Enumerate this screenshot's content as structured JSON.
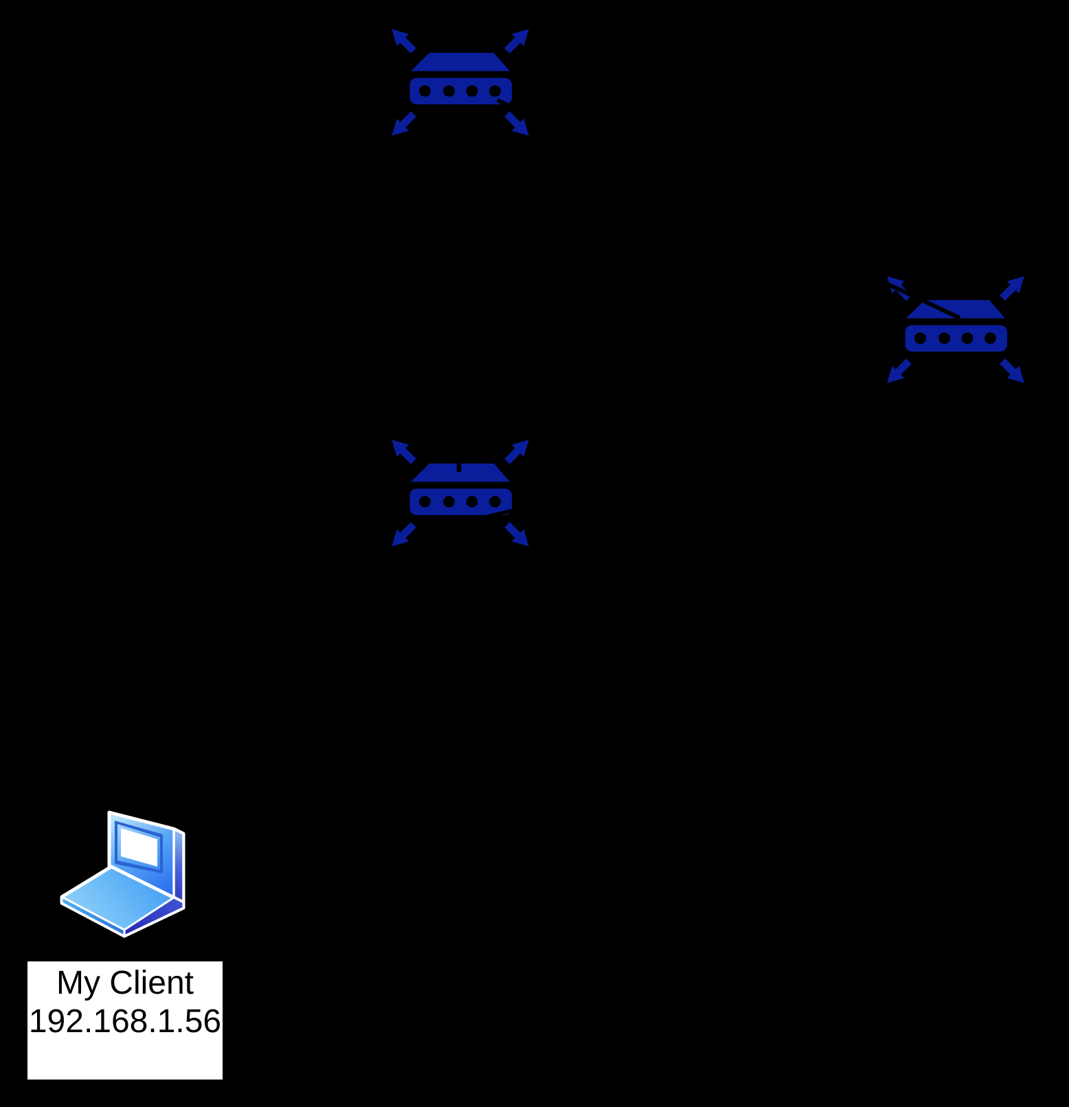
{
  "diagram": {
    "type": "network-topology",
    "background_color": "#000000",
    "colors": {
      "router_blue": "#0a1e9c",
      "line_black": "#000000",
      "label_background": "#ffffff",
      "label_text": "#000000",
      "laptop_light_blue": "#b9e3fc",
      "laptop_royal_blue": "#2767ee",
      "laptop_indigo": "#3136b8",
      "laptop_outline": "#ffffff"
    },
    "nodes": {
      "router_top": {
        "icon": "router-icon"
      },
      "router_right": {
        "icon": "router-icon"
      },
      "router_middle": {
        "icon": "router-icon"
      },
      "client": {
        "icon": "laptop-icon",
        "name": "My Client",
        "ip": "192.168.1.56"
      }
    }
  }
}
